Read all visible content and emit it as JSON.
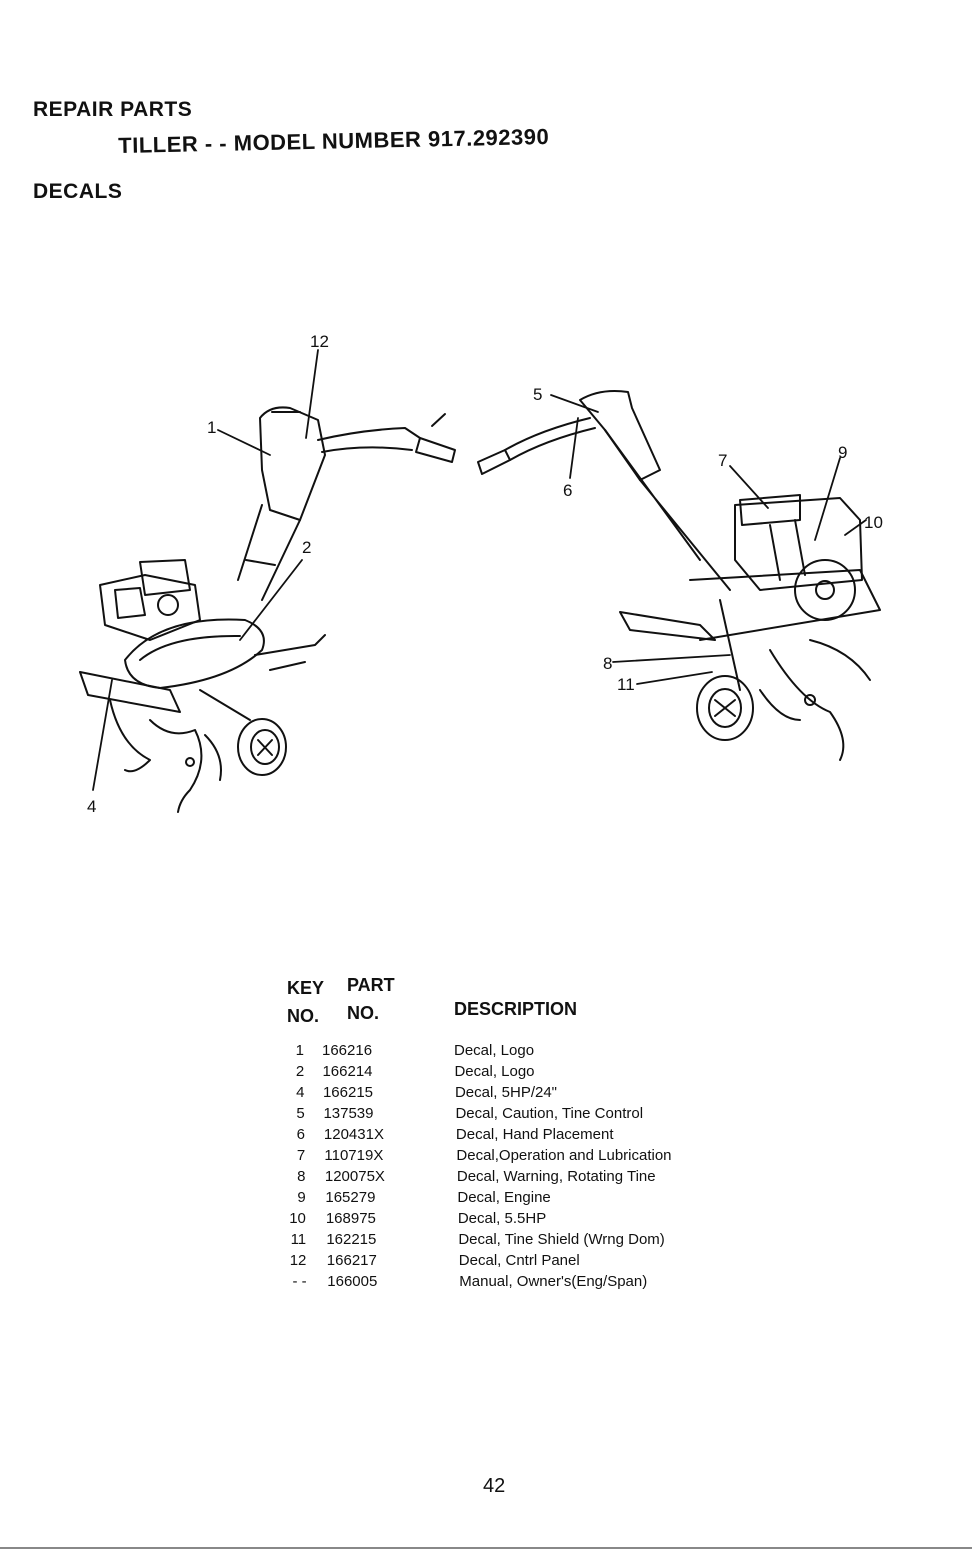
{
  "header": {
    "section": "REPAIR PARTS",
    "model_line": "TILLER - - MODEL NUMBER 917.292390",
    "group": "DECALS"
  },
  "diagram": {
    "callouts": [
      "12",
      "1",
      "2",
      "4",
      "5",
      "6",
      "7",
      "9",
      "10",
      "8",
      "11"
    ]
  },
  "table": {
    "col_key": {
      "line1": "KEY",
      "line2": "NO."
    },
    "col_part": {
      "line1": "PART",
      "line2": "NO."
    },
    "col_desc": "DESCRIPTION",
    "rows": [
      {
        "key": "1",
        "part": "166216",
        "desc": "Decal, Logo"
      },
      {
        "key": "2",
        "part": "166214",
        "desc": "Decal, Logo"
      },
      {
        "key": "4",
        "part": "166215",
        "desc": "Decal, 5HP/24\""
      },
      {
        "key": "5",
        "part": "137539",
        "desc": "Decal, Caution, Tine Control"
      },
      {
        "key": "6",
        "part": "120431X",
        "desc": "Decal, Hand Placement"
      },
      {
        "key": "7",
        "part": "110719X",
        "desc": "Decal,Operation and Lubrication"
      },
      {
        "key": "8",
        "part": "120075X",
        "desc": "Decal, Warning, Rotating Tine"
      },
      {
        "key": "9",
        "part": "165279",
        "desc": "Decal, Engine"
      },
      {
        "key": "10",
        "part": "168975",
        "desc": "Decal, 5.5HP"
      },
      {
        "key": "11",
        "part": "162215",
        "desc": "Decal, Tine Shield (Wrng Dom)"
      },
      {
        "key": "12",
        "part": "166217",
        "desc": "Decal, Cntrl Panel"
      },
      {
        "key": "- -",
        "part": "166005",
        "desc": "Manual, Owner's(Eng/Span)"
      }
    ]
  },
  "page_number": "42"
}
